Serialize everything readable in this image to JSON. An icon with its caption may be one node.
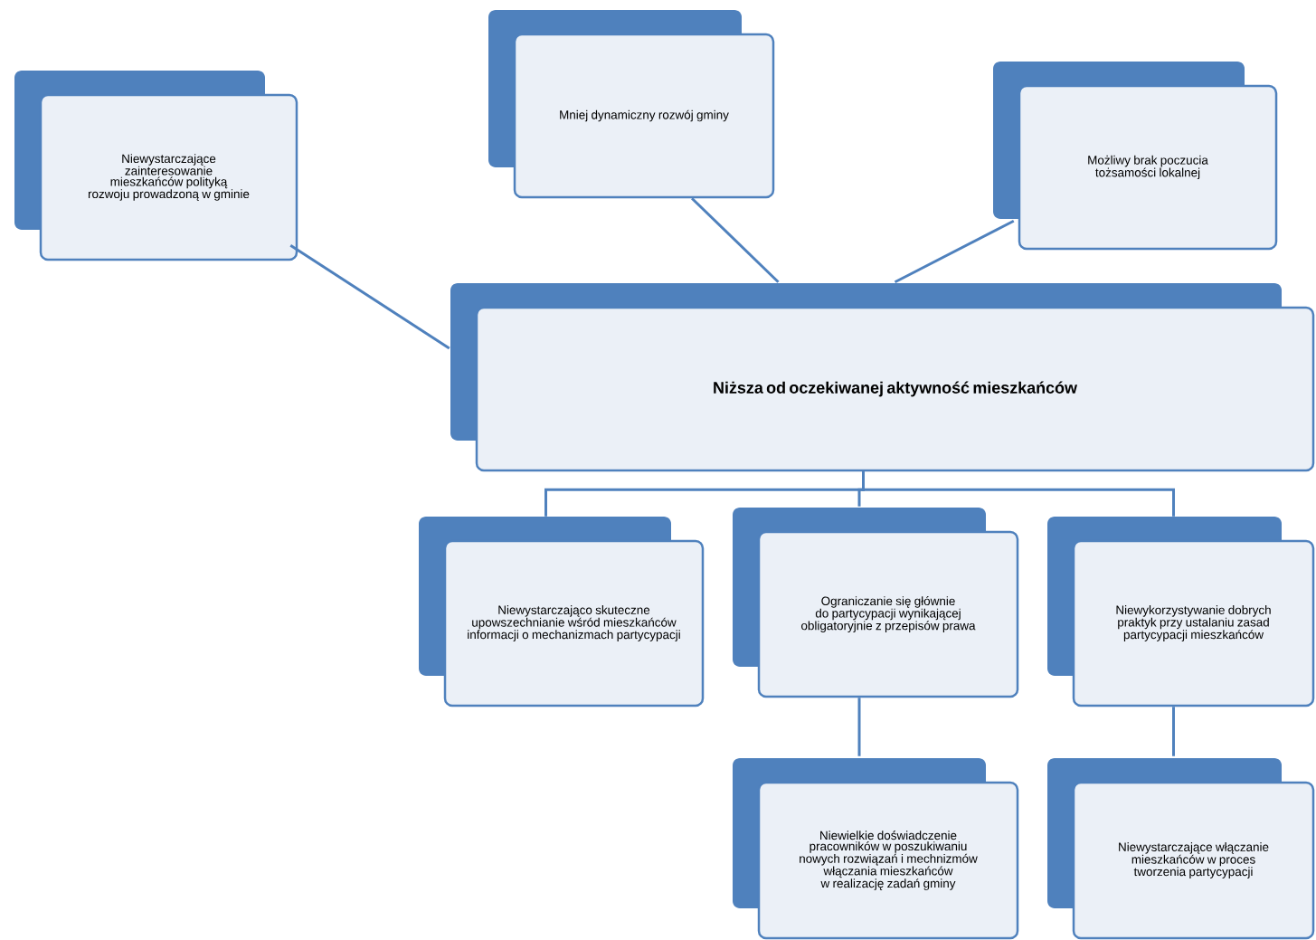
{
  "diagram": {
    "nodes": [
      {
        "text": [
          "Niewystarczające zainteresowanie mieszkańców polityką rozwoju prowadzoną w gminie"
        ]
      },
      {
        "text": [
          "Mniej dynamiczny rozwój gminy"
        ]
      },
      {
        "text": [
          "Możliwy brak poczucia tożsamości lokalnej"
        ]
      },
      {
        "text": [
          "Niższa od oczekiwanej aktywność mieszkańców"
        ]
      },
      {
        "text": [
          "Niewystarczająco skuteczne upowszechnianie wśród mieszkańców informacji o mechanizmach partycypacji"
        ]
      },
      {
        "text": [
          "Ograniczanie się głównie do partycypacji wynikającej obligatoryjnie z przepisów prawa"
        ]
      },
      {
        "text": [
          "Niewykorzystywanie dobrych praktyk przy ustalaniu zasad partycypacji mieszkańców"
        ]
      },
      {
        "text": [
          "Niewielkie doświadczenie pracowników w poszukiwaniu nowych rozwiązań i mechnizmów włączania mieszkańców w realizację zadań gminy"
        ]
      },
      {
        "text": [
          "Niewystarczające włączanie mieszkańców w proces tworzenia partycypacji"
        ]
      }
    ],
    "edges": [
      {
        "from": 0,
        "to": 3,
        "arrow": "none"
      },
      {
        "from": 1,
        "to": 3,
        "arrow": "none"
      },
      {
        "from": 2,
        "to": 3,
        "arrow": "none"
      },
      {
        "from": 3,
        "to": 4,
        "arrow": "none"
      },
      {
        "from": 3,
        "to": 5,
        "arrow": "none"
      },
      {
        "from": 3,
        "to": 6,
        "arrow": "none"
      },
      {
        "from": 5,
        "to": 7,
        "arrow": "none"
      },
      {
        "from": 6,
        "to": 8,
        "arrow": "none"
      }
    ]
  }
}
